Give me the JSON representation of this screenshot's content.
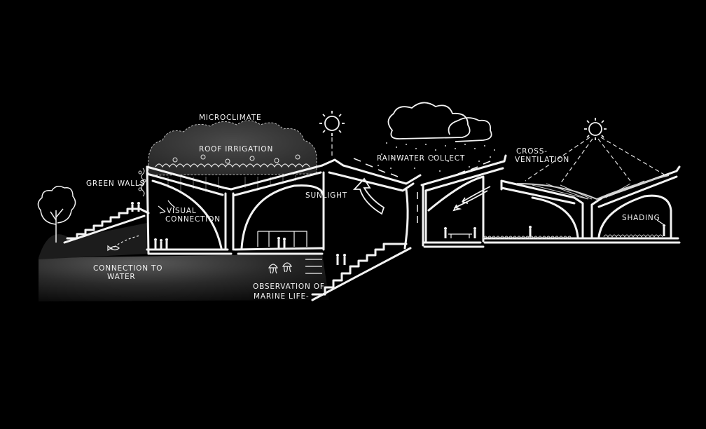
{
  "diagram": {
    "background": "#000000",
    "ink": "#f2f2f2",
    "labels": {
      "microclimate": "MICROCLIMATE",
      "roof_irrigation": "ROOF IRRIGATION",
      "green_walls": "GREEN WALLS",
      "visual_connection_1": "VISUAL",
      "visual_connection_2": "CONNECTION",
      "sunlight": "SUNLIGHT",
      "rainwater_collect": "RAINWATER COLLECT",
      "cross_ventilation_1": "CROSS-",
      "cross_ventilation_2": "VENTILATION",
      "shading": "SHADING",
      "connection_to_water_1": "CONNECTION TO",
      "connection_to_water_2": "WATER",
      "observation_1": "OBSERVATION OF",
      "observation_2": "MARINE LIFE-"
    },
    "icons": [
      "sun-icon",
      "sun-icon",
      "cloud-icon",
      "tree-icon",
      "person-icon",
      "jellyfish-icon",
      "fish-icon"
    ]
  }
}
